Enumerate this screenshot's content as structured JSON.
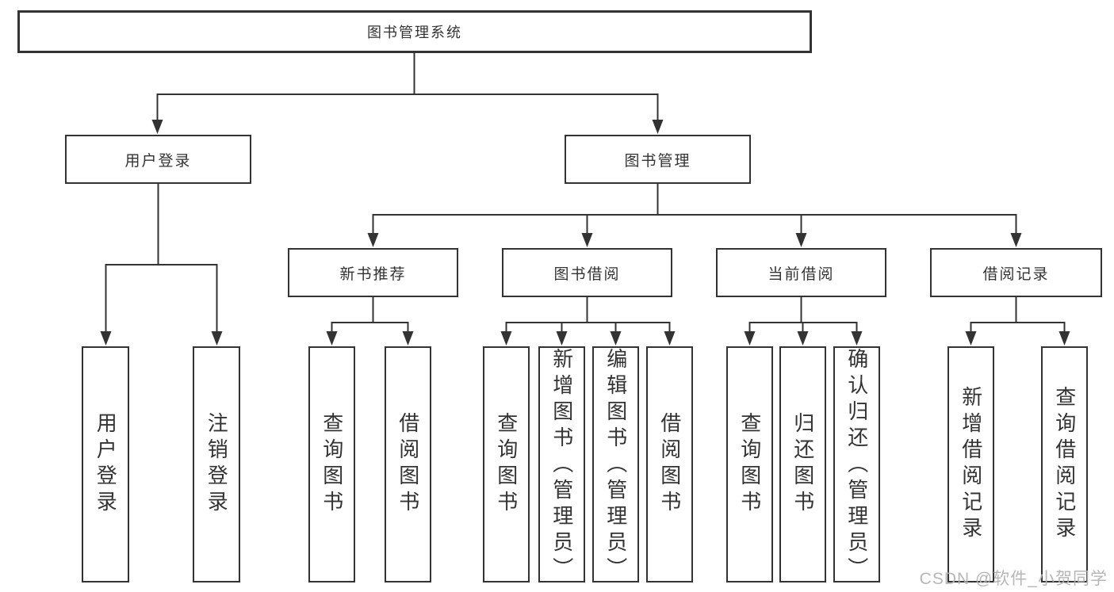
{
  "diagram": {
    "title": "图书管理系统",
    "branches": [
      {
        "label": "用户登录",
        "children": [
          "用户登录",
          "注销登录"
        ]
      },
      {
        "label": "图书管理",
        "sections": [
          {
            "label": "新书推荐",
            "children": [
              "查询图书",
              "借阅图书"
            ]
          },
          {
            "label": "图书借阅",
            "children": [
              "查询图书",
              "新增图书（管理员）",
              "编辑图书（管理员）",
              "借阅图书"
            ]
          },
          {
            "label": "当前借阅",
            "children": [
              "查询图书",
              "归还图书",
              "确认归还（管理员）"
            ]
          },
          {
            "label": "借阅记录",
            "children": [
              "新增借阅记录",
              "查询借阅记录"
            ]
          }
        ]
      }
    ]
  },
  "watermark": {
    "text": "CSDN @软件_小贺同学"
  },
  "colors": {
    "line": "#333333",
    "text": "#333333",
    "box_background": "#ffffff",
    "watermark": "#b3b3b3",
    "background": "#ffffff"
  }
}
